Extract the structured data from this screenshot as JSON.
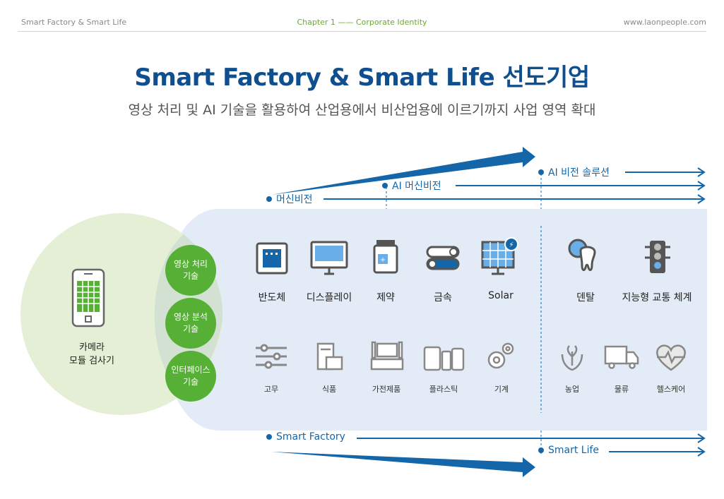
{
  "header": {
    "left": "Smart Factory & Smart Life",
    "chapter": "Chapter 1 —— Corporate Identity",
    "right": "www.laonpeople.com"
  },
  "title": "Smart Factory & Smart Life 선도기업",
  "subtitle": "영상 처리 및 AI 기술을 활용하여 산업용에서 비산업용에 이르기까지 사업 영역 확대",
  "stages_top": {
    "machine_vision": "머신비전",
    "ai_machine_vision": "AI 머신비전",
    "ai_vision_solution": "AI 비전 솔루션"
  },
  "stages_bottom": {
    "smart_factory": "Smart Factory",
    "smart_life": "Smart Life"
  },
  "camera": {
    "line1": "카메라",
    "line2": "모듈 검사기"
  },
  "technologies": [
    {
      "line1": "영상 처리",
      "line2": "기술"
    },
    {
      "line1": "영상 분석",
      "line2": "기술"
    },
    {
      "line1": "인터페이스",
      "line2": "기술"
    }
  ],
  "industries_main": [
    "반도체",
    "디스플레이",
    "제약",
    "금속",
    "Solar",
    "덴탈",
    "지능형 교통 체계"
  ],
  "industries_sub": [
    "고무",
    "식품",
    "가전제품",
    "플라스틱",
    "기계",
    "농업",
    "물류",
    "헬스케어"
  ],
  "icons": {
    "main": [
      "chip-icon",
      "monitor-icon",
      "medicine-bottle-icon",
      "metal-roll-icon",
      "solar-panel-icon",
      "dental-gear-icon",
      "traffic-light-icon"
    ],
    "sub": [
      "rubber-sliders-icon",
      "food-factory-icon",
      "appliance-icon",
      "plastic-bottles-icon",
      "machine-gears-icon",
      "agriculture-hands-icon",
      "logistics-truck-icon",
      "healthcare-heart-icon"
    ]
  },
  "colors": {
    "brand_blue": "#0f4f8f",
    "arrow_blue": "#1566a8",
    "green": "#55b035",
    "light_green": "#e4efd6",
    "light_blue": "#e3ecf6",
    "chapter_green": "#6aaa2c"
  }
}
